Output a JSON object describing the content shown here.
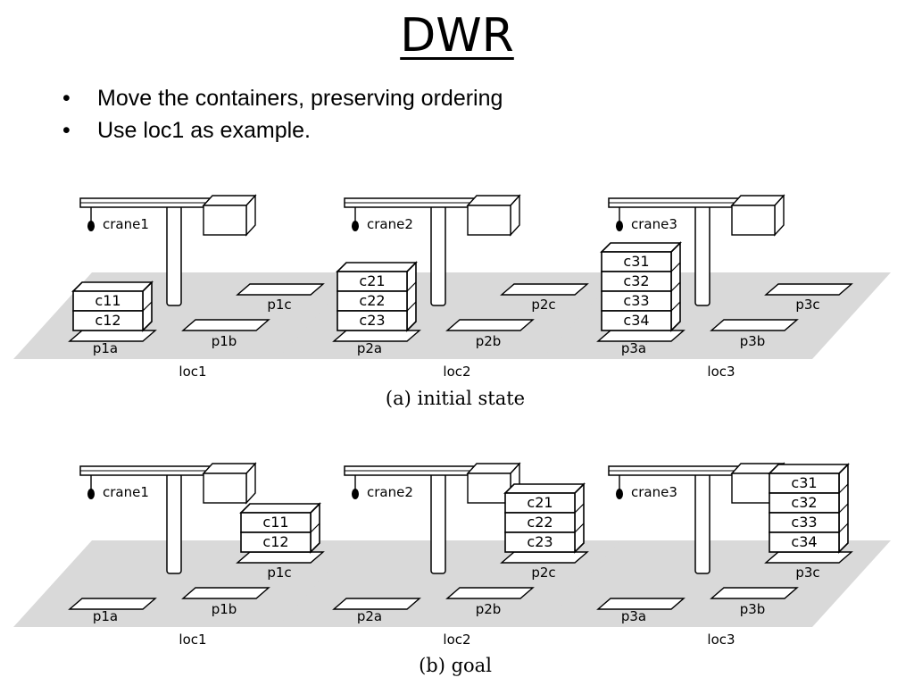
{
  "title": "DWR",
  "bullets": [
    "Move the containers, preserving ordering",
    "Use loc1 as example."
  ],
  "diagrams": [
    {
      "caption": "(a) initial state",
      "locations": [
        {
          "name": "loc1",
          "crane": "crane1",
          "pallets": [
            "p1a",
            "p1b",
            "p1c"
          ],
          "stack_pallet": "p1a",
          "containers": [
            "c11",
            "c12"
          ]
        },
        {
          "name": "loc2",
          "crane": "crane2",
          "pallets": [
            "p2a",
            "p2b",
            "p2c"
          ],
          "stack_pallet": "p2a",
          "containers": [
            "c21",
            "c22",
            "c23"
          ]
        },
        {
          "name": "loc3",
          "crane": "crane3",
          "pallets": [
            "p3a",
            "p3b",
            "p3c"
          ],
          "stack_pallet": "p3a",
          "containers": [
            "c31",
            "c32",
            "c33",
            "c34"
          ]
        }
      ]
    },
    {
      "caption": "(b) goal",
      "locations": [
        {
          "name": "loc1",
          "crane": "crane1",
          "pallets": [
            "p1a",
            "p1b",
            "p1c"
          ],
          "stack_pallet": "p1c",
          "containers": [
            "c11",
            "c12"
          ]
        },
        {
          "name": "loc2",
          "crane": "crane2",
          "pallets": [
            "p2a",
            "p2b",
            "p2c"
          ],
          "stack_pallet": "p2c",
          "containers": [
            "c21",
            "c22",
            "c23"
          ]
        },
        {
          "name": "loc3",
          "crane": "crane3",
          "pallets": [
            "p3a",
            "p3b",
            "p3c"
          ],
          "stack_pallet": "p3c",
          "containers": [
            "c31",
            "c32",
            "c33",
            "c34"
          ]
        }
      ]
    }
  ]
}
